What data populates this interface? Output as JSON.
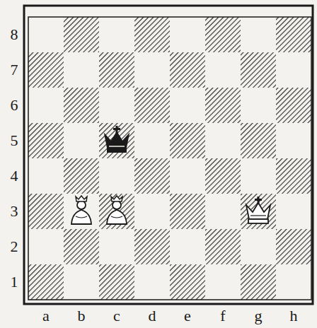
{
  "diagram": {
    "labels": [
      "a",
      "b",
      "c",
      "d",
      "e",
      "f",
      "g",
      "h",
      "1",
      "2",
      "3",
      "4",
      "5",
      "6",
      "7",
      "8"
    ]
  }
}
